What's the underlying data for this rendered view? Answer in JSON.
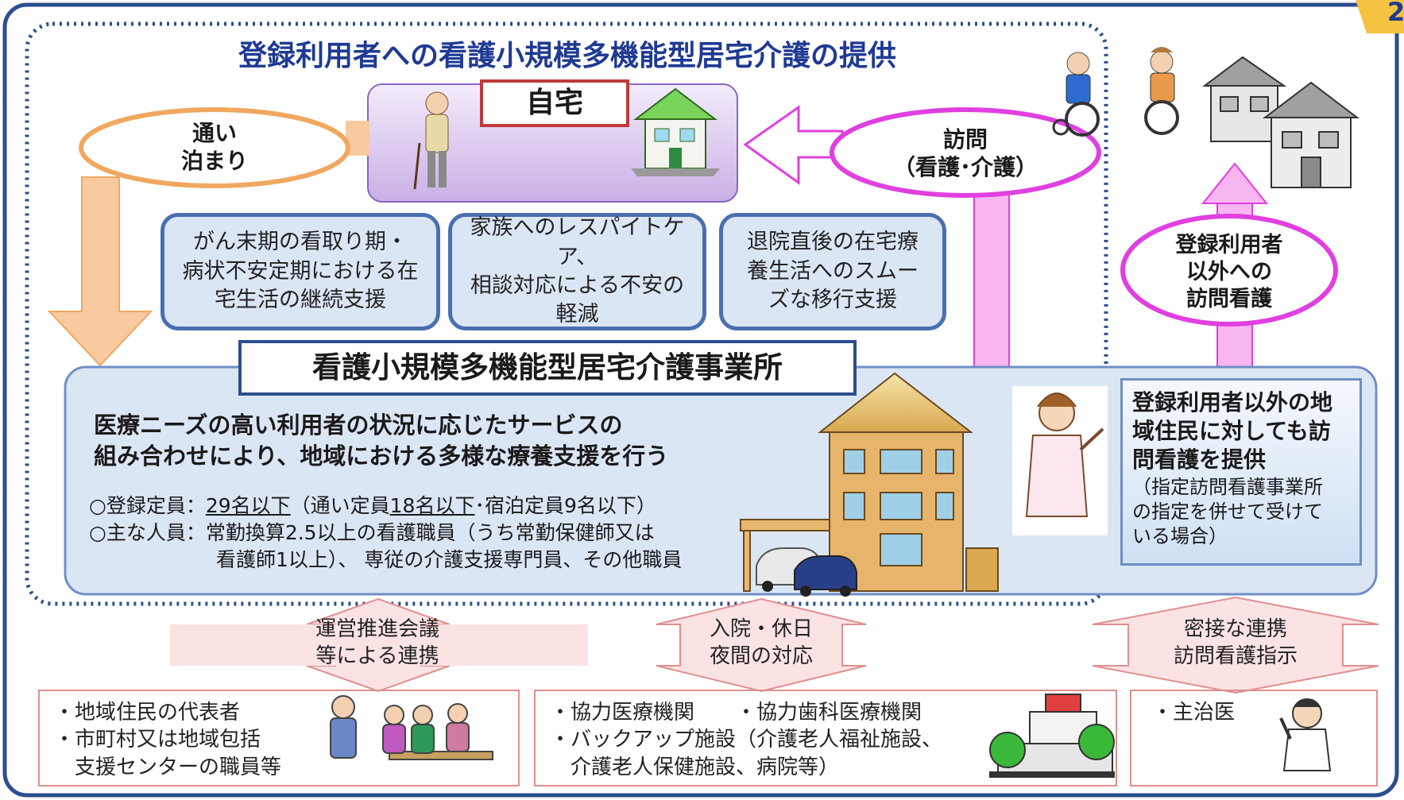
{
  "title": "登録利用者への看護小規模多機能型居宅介護の提供",
  "home_label": "自宅",
  "visits": {
    "tsuu": [
      "通い",
      "泊まり"
    ],
    "houmon": [
      "訪問",
      "（看護･介護）"
    ],
    "outside": [
      "登録利用者",
      "以外への",
      "訪問看護"
    ]
  },
  "features": [
    [
      "がん末期の看取り期・",
      "病状不安定期における在",
      "宅生活の継続支援"
    ],
    [
      "家族へのレスパイトケア、",
      "相談対応による不安の",
      "軽減"
    ],
    [
      "退院直後の在宅療",
      "養生活へのスムー",
      "ズな移行支援"
    ]
  ],
  "office": {
    "name": "看護小規模多機能型居宅介護事業所",
    "desc": [
      "医療ニーズの高い利用者の状況に応じたサービスの",
      "組み合わせにより、地域における多様な療養支援を行う"
    ],
    "capacity_prefix": "○登録定員：",
    "capacity_value": "29名以下",
    "capacity_mid": "（通い定員",
    "capacity_tsuu": "18名以下",
    "capacity_rest": "･宿泊定員9名以下）",
    "staff_line1": "○主な人員：常勤換算2.5以上の看護職員（うち常勤保健師又は",
    "staff_line2": "看護師1以上）、 専従の介護支援専門員、その他職員"
  },
  "right_panel": {
    "main": [
      "登録利用者以外の地",
      "域住民に対しても訪",
      "問看護を提供"
    ],
    "sub": [
      "（指定訪問看護事業所",
      "の指定を併せて受けて",
      "いる場合）"
    ]
  },
  "bottom_arrows": [
    [
      "運営推進会議",
      "等による連携"
    ],
    [
      "入院・休日",
      "夜間の対応"
    ],
    [
      "密接な連携",
      "訪問看護指示"
    ]
  ],
  "bottom_boxes": {
    "community": [
      "・地域住民の代表者",
      "・市町村又は地域包括",
      "　支援センターの職員等"
    ],
    "medical": [
      "・協力医療機関　　・協力歯科医療機関",
      "・バックアップ施設（介護老人福祉施設、",
      "　介護老人保健施設、病院等）"
    ],
    "doctor": [
      "・主治医"
    ]
  },
  "corner_badge": "2",
  "colors": {
    "frame": "#2d4e8e",
    "blue_text": "#1f3a93",
    "orange": "#f0a860",
    "magenta": "#e040e0",
    "pink_fill": "#f7b6f0",
    "box_fill": "#dbe6f5",
    "pink_box": "#fbe3e3",
    "badge": "#f5c242"
  }
}
